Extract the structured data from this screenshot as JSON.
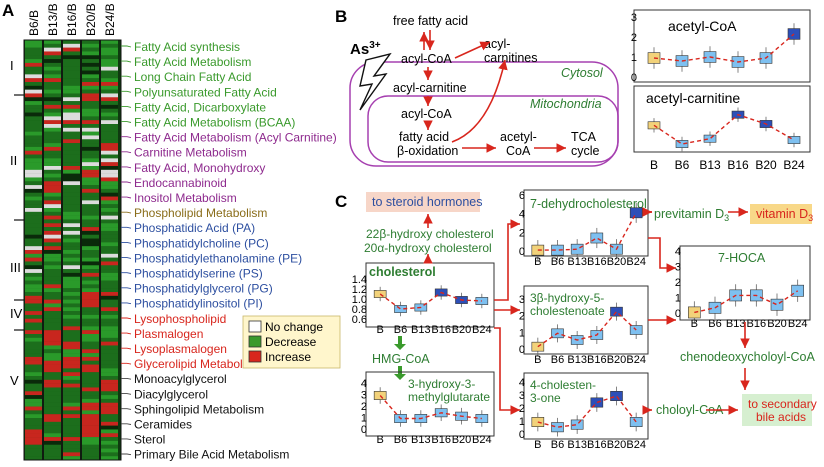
{
  "panel_letters": {
    "a": "A",
    "b": "B",
    "c": "C"
  },
  "heatmap": {
    "columns": [
      "B6/B",
      "B13/B",
      "B16/B",
      "B20/B",
      "B24/B"
    ],
    "groups": [
      "I",
      "II",
      "III",
      "IV",
      "V"
    ],
    "legend": [
      {
        "label": "No change",
        "color": "#ffffff"
      },
      {
        "label": "Decrease",
        "color": "#3a9a2c"
      },
      {
        "label": "Increase",
        "color": "#d8261d"
      }
    ],
    "pathways": [
      {
        "label": "Fatty Acid synthesis",
        "color": "#3a9a2c"
      },
      {
        "label": "Fatty Acid Metabolism",
        "color": "#3a9a2c"
      },
      {
        "label": "Long Chain Fatty Acid",
        "color": "#3a9a2c"
      },
      {
        "label": "Polyunsaturated Fatty Acid",
        "color": "#3a9a2c"
      },
      {
        "label": "Fatty Acid, Dicarboxylate",
        "color": "#3a9a2c"
      },
      {
        "label": "Fatty Acid Metabolism (BCAA)",
        "color": "#3a9a2c"
      },
      {
        "label": "Fatty Acid Metabolism (Acyl Carnitine)",
        "color": "#8e2a8e"
      },
      {
        "label": "Carnitine Metabolism",
        "color": "#8e2a8e"
      },
      {
        "label": "Fatty Acid, Monohydroxy",
        "color": "#8e2a8e"
      },
      {
        "label": "Endocannabinoid",
        "color": "#8e2a8e"
      },
      {
        "label": "Inositol Metabolism",
        "color": "#8e2a8e"
      },
      {
        "label": "Phospholipid Metabolism",
        "color": "#8a6d1a"
      },
      {
        "label": "Phosphatidic Acid (PA)",
        "color": "#2d4fa0"
      },
      {
        "label": "Phosphatidylcholine (PC)",
        "color": "#2d4fa0"
      },
      {
        "label": "Phosphatidylethanolamine (PE)",
        "color": "#2d4fa0"
      },
      {
        "label": "Phosphatidylserine (PS)",
        "color": "#2d4fa0"
      },
      {
        "label": "Phosphatidylglycerol (PG)",
        "color": "#2d4fa0"
      },
      {
        "label": "Phosphatidylinositol (PI)",
        "color": "#2d4fa0"
      },
      {
        "label": "Lysophospholipid",
        "color": "#d8261d"
      },
      {
        "label": "Plasmalogen",
        "color": "#d8261d"
      },
      {
        "label": "Lysoplasmalogen",
        "color": "#d8261d"
      },
      {
        "label": "Glycerolipid Metabolism",
        "color": "#d8261d"
      },
      {
        "label": "Monoacylglycerol",
        "color": "#111111"
      },
      {
        "label": "Diacylglycerol",
        "color": "#111111"
      },
      {
        "label": "Sphingolipid Metabolism",
        "color": "#111111"
      },
      {
        "label": "Ceramides",
        "color": "#111111"
      },
      {
        "label": "Sterol",
        "color": "#111111"
      },
      {
        "label": "Primary Bile Acid Metabolism",
        "color": "#111111"
      }
    ]
  },
  "panel_b": {
    "arsenic": "As",
    "arsenic_charge": "3+",
    "nodes": {
      "ffa": "free fatty acid",
      "acylcoa1": "acyl-CoA",
      "acylcarn_line1": "acyl-",
      "acylcarn_line2": "carnitines",
      "cytosol": "Cytosol",
      "acylcarnitine": "acyl-carnitine",
      "mitochondria": "Mitochondria",
      "acylcoa2": "acyl-CoA",
      "beta_line1": "fatty acid",
      "beta_line2": "β-oxidation",
      "acetyl_line1": "acetyl-",
      "acetyl_line2": "CoA",
      "tca_line1": "TCA",
      "tca_line2": "cycle"
    },
    "plot_x_labels": [
      "B",
      "B6",
      "B13",
      "B16",
      "B20",
      "B24"
    ],
    "plot_y_ticks": [
      "0",
      "1",
      "2",
      "3"
    ],
    "plot_top_title": "acetyl-CoA",
    "plot_bottom_title": "acetyl-carnitine",
    "series_top": [
      1.0,
      0.85,
      1.05,
      0.8,
      1.0,
      2.2
    ],
    "series_bottom": [
      1.7,
      0.3,
      0.7,
      2.5,
      1.8,
      0.6
    ]
  },
  "panel_c": {
    "steroid_box": "to steroid hormones",
    "hydroxy_line1": "22β-hydroxy cholesterol",
    "hydroxy_line2": "20α-hydroxy cholesterol",
    "cholesterol": "cholesterol",
    "hmg": "HMG-CoA",
    "methylglut_line1": "3-hydroxy-3-",
    "methylglut_line2": "methylglutarate",
    "dehydro": "7-dehydrocholesterol",
    "previtamin": "previtamin D",
    "previtamin_sub": "3",
    "vitamin_box": "vitamin D",
    "vitamin_sub": "3",
    "hocholest_line1": "3β-hydroxy-5-",
    "hocholest_line2": "cholestenoate",
    "cholesten_line1": "4-cholesten-",
    "cholesten_line2": "3-one",
    "hoca": "7-HOCA",
    "chenodeoxy": "chenodeoxycholoyl-CoA",
    "choloyl": "choloyl-CoA",
    "bile_line1": "to secondary",
    "bile_line2": "bile acids",
    "x_labels": [
      "B",
      "B6",
      "B13",
      "B16",
      "B20",
      "B24"
    ],
    "y_ticks_chol": [
      "0.6",
      "0.8",
      "1.0",
      "1.2",
      "1.4"
    ],
    "y_ticks_methyl": [
      "0",
      "1",
      "2",
      "3",
      "4"
    ],
    "y_ticks_dehydro": [
      "0",
      "2",
      "4",
      "6"
    ],
    "y_ticks_small": [
      "0",
      "1",
      "2",
      "3"
    ],
    "y_ticks_hoca": [
      "0",
      "1",
      "2",
      "3",
      "4"
    ],
    "y_ticks_chol4": [
      "0",
      "1",
      "2",
      "3",
      "4"
    ],
    "series_chol": [
      1.12,
      0.82,
      0.85,
      1.15,
      1.0,
      0.98
    ],
    "series_methyl": [
      3.0,
      1.0,
      1.0,
      1.5,
      1.2,
      1.0
    ],
    "series_dehydro": [
      0.2,
      0.2,
      0.3,
      1.5,
      0.3,
      4.2
    ],
    "series_hocholest": [
      0.2,
      1.0,
      0.6,
      0.9,
      2.3,
      1.2
    ],
    "series_cholesten": [
      1.0,
      0.6,
      0.8,
      2.5,
      3.0,
      1.0
    ],
    "series_hoca": [
      0.1,
      0.4,
      1.2,
      1.2,
      0.6,
      1.5
    ]
  }
}
